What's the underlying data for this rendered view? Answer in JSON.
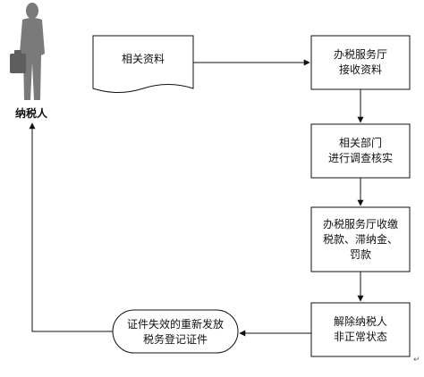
{
  "taxpayer": {
    "label": "纳税人"
  },
  "flow": {
    "related_materials": {
      "label": "相关资料"
    },
    "hall_receive": {
      "line1": "办税服务厅",
      "line2": "接收资料"
    },
    "investigate": {
      "line1": "相关部门",
      "line2": "进行调查核实"
    },
    "collect": {
      "line1": "办税服务厅收缴",
      "line2": "税款、滞纳金、",
      "line3": "罚款"
    },
    "lift_status": {
      "line1": "解除纳税人",
      "line2": "非正常状态"
    },
    "reissue": {
      "line1": "证件失效的重新发放",
      "line2": "税务登记证件"
    }
  },
  "corner_mark": "↵"
}
